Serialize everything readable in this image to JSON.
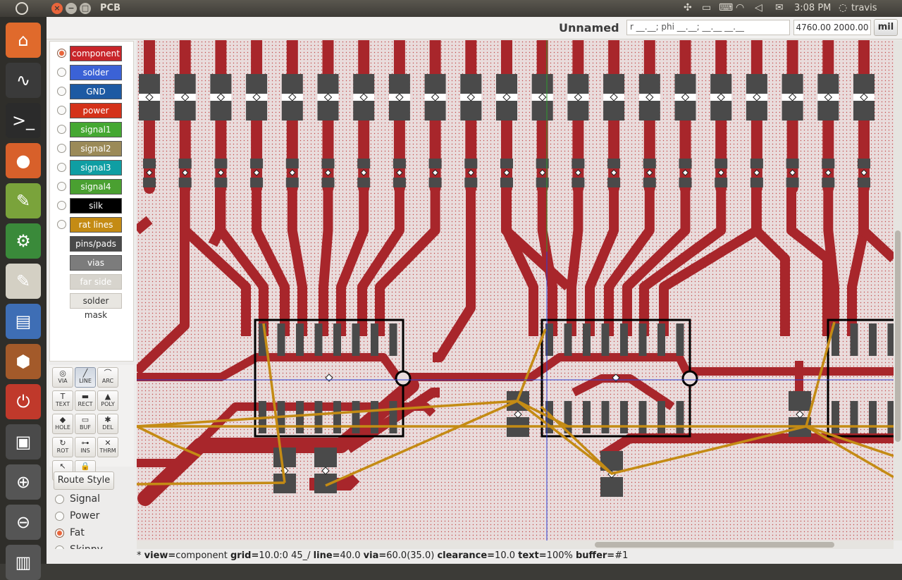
{
  "topbar": {
    "app_title": "PCB",
    "clock": "3:08 PM",
    "user": "travis"
  },
  "launcher": {
    "items": [
      "home-folder-icon",
      "system-monitor-icon",
      "terminal-icon",
      "firefox-icon",
      "pcb-app-icon",
      "gerbv-icon",
      "draw-icon",
      "document-icon",
      "software-icon",
      "power-icon",
      "workspace-icon",
      "zoom-in-icon",
      "zoom-out-icon",
      "trash-icon"
    ]
  },
  "header": {
    "board_name": "Unnamed",
    "coord_field": "r __.__; phi __.__; __.__ __.__",
    "coords": "4760.00 2000.00",
    "units": "mil"
  },
  "layers": [
    {
      "label": "component",
      "color": "#c8252a",
      "checked": true
    },
    {
      "label": "solder",
      "color": "#3b62d6",
      "checked": false
    },
    {
      "label": "GND",
      "color": "#1d5aa3",
      "checked": false
    },
    {
      "label": "power",
      "color": "#d4321a",
      "checked": false
    },
    {
      "label": "signal1",
      "color": "#45a832",
      "checked": false
    },
    {
      "label": "signal2",
      "color": "#9b8a58",
      "checked": false
    },
    {
      "label": "signal3",
      "color": "#0f9ea3",
      "checked": false
    },
    {
      "label": "signal4",
      "color": "#4aa031",
      "checked": false
    },
    {
      "label": "silk",
      "color": "#000000",
      "checked": false
    },
    {
      "label": "rat lines",
      "color": "#c48b14",
      "checked": false
    },
    {
      "label": "pins/pads",
      "color": "#4a4a4a",
      "checked": null
    },
    {
      "label": "vias",
      "color": "#7c7c7c",
      "checked": null
    },
    {
      "label": "far side",
      "color": "#d7d4cd",
      "checked": null
    },
    {
      "label": "solder mask",
      "color": "#e8e6e1",
      "checked": null
    }
  ],
  "tools": [
    {
      "label": "VIA",
      "icon": "via-icon",
      "glyph": "◎"
    },
    {
      "label": "LINE",
      "icon": "line-icon",
      "glyph": "╱"
    },
    {
      "label": "ARC",
      "icon": "arc-icon",
      "glyph": "⌒"
    },
    {
      "label": "TEXT",
      "icon": "text-icon",
      "glyph": "T"
    },
    {
      "label": "RECT",
      "icon": "rect-icon",
      "glyph": "▬"
    },
    {
      "label": "POLY",
      "icon": "poly-icon",
      "glyph": "▲"
    },
    {
      "label": "HOLE",
      "icon": "hole-icon",
      "glyph": "◆"
    },
    {
      "label": "BUF",
      "icon": "buffer-icon",
      "glyph": "▭"
    },
    {
      "label": "DEL",
      "icon": "delete-icon",
      "glyph": "✱"
    },
    {
      "label": "ROT",
      "icon": "rotate-icon",
      "glyph": "↻"
    },
    {
      "label": "INS",
      "icon": "insert-icon",
      "glyph": "⊶"
    },
    {
      "label": "THRM",
      "icon": "thermal-icon",
      "glyph": "✕"
    },
    {
      "label": "SEL",
      "icon": "select-icon",
      "glyph": "↖"
    },
    {
      "label": "LOCK",
      "icon": "lock-icon",
      "glyph": "🔒"
    }
  ],
  "route_style": {
    "button": "Route Style",
    "options": [
      "Signal",
      "Power",
      "Fat",
      "Skinny"
    ],
    "selected": "Fat"
  },
  "status": {
    "prefix": "*",
    "view_label": "view=",
    "view": "component",
    "grid_label": "grid=",
    "grid": "10.0:0 45_/",
    "line_label": "line=",
    "line": "40.0",
    "via_label": "via=",
    "via": "60.0(35.0)",
    "clearance_label": "clearance=",
    "clearance": "10.0",
    "text_label": "text=",
    "text": "100%",
    "buffer_label": "buffer=",
    "buffer": "#1"
  },
  "colors": {
    "board_bg": "#e9dcdc",
    "trace": "#a8262b",
    "pad": "#4a4a4a",
    "rat": "#c48b14",
    "silk": "#000000",
    "crosshair_v": "#2d9c2d",
    "crosshair_blue": "#2b3fd6"
  }
}
